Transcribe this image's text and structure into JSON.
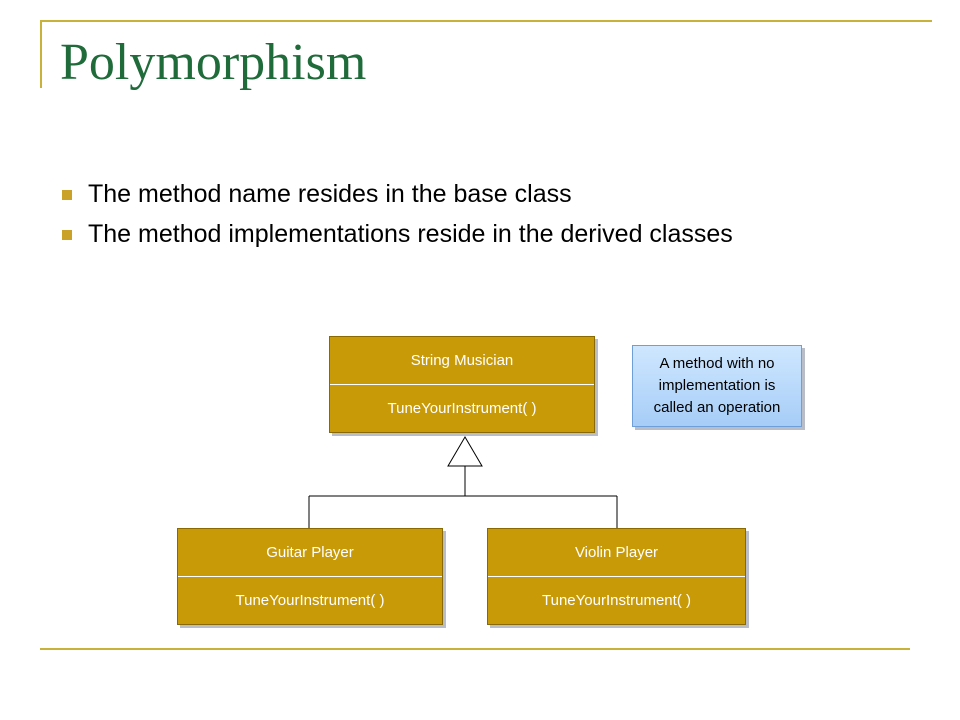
{
  "slide": {
    "title": "Polymorphism",
    "bullets": [
      "The method name resides in the base class",
      "The method implementations reside in the derived classes"
    ]
  },
  "diagram": {
    "base_class": {
      "name": "String Musician",
      "operation": "TuneYourInstrument( )"
    },
    "derived_classes": [
      {
        "name": "Guitar Player",
        "operation": "TuneYourInstrument( )"
      },
      {
        "name": "Violin Player",
        "operation": "TuneYourInstrument( )"
      }
    ],
    "note_lines": [
      "A method with no",
      "implementation is",
      "called an operation"
    ]
  },
  "colors": {
    "class_fill": "#c99a08",
    "title_text": "#1f6b3a",
    "frame_accent": "#c9b23a",
    "note_fill": "#bcdcfd"
  }
}
